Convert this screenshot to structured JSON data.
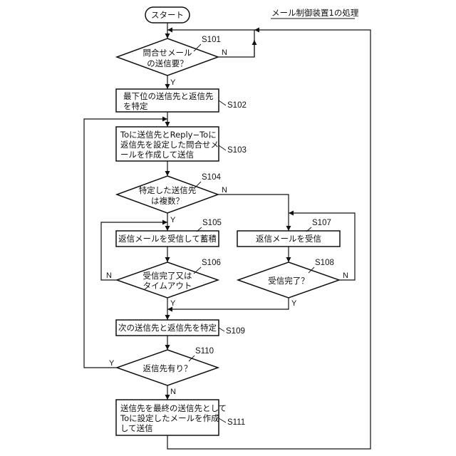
{
  "diagram": {
    "title": "メール制御装置1の処理",
    "start": "スタート",
    "steps": {
      "s101": {
        "id": "S101",
        "lines": [
          "問合せメール",
          "の送信要？"
        ],
        "yes": "Y",
        "no": "N"
      },
      "s102": {
        "id": "S102",
        "lines": [
          "最下位の送信先と返信先",
          "を特定"
        ]
      },
      "s103": {
        "id": "S103",
        "lines": [
          "Toに送信先とReply−Toに",
          "返信先を設定した問合せメ",
          "ールを作成して送信"
        ]
      },
      "s104": {
        "id": "S104",
        "lines": [
          "特定した送信先",
          "は複数？"
        ],
        "yes": "Y",
        "no": "N"
      },
      "s105": {
        "id": "S105",
        "lines": [
          "返信メールを受信して蓄積"
        ]
      },
      "s106": {
        "id": "S106",
        "lines": [
          "受信完了又は",
          "タイムアウト"
        ],
        "yes": "Y",
        "no": "N"
      },
      "s107": {
        "id": "S107",
        "lines": [
          "返信メールを受信"
        ]
      },
      "s108": {
        "id": "S108",
        "lines": [
          "受信完了？"
        ],
        "yes": "Y",
        "no": "N"
      },
      "s109": {
        "id": "S109",
        "lines": [
          "次の送信先と返信先を特定"
        ]
      },
      "s110": {
        "id": "S110",
        "lines": [
          "返信先有り？"
        ],
        "yes": "Y",
        "no": "N"
      },
      "s111": {
        "id": "S111",
        "lines": [
          "送信先を最終の送信先として",
          "Toに設定したメールを作成",
          "して送信"
        ]
      }
    }
  }
}
